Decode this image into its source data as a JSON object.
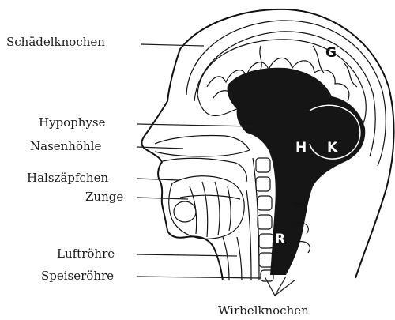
{
  "labels": {
    "schaedelknochen": "Schädelknochen",
    "hypophyse": "Hypophyse",
    "nasenhoehle": "Nasenhöhle",
    "halszaepfchen": "Halszäpfchen",
    "zunge": "Zunge",
    "luftroehre": "Luftröhre",
    "speiseroehre": "Speiseröhre",
    "wirbelknochen": "Wirbelknochen"
  },
  "regions": {
    "G": "G",
    "H": "H",
    "K": "K",
    "R": "R"
  }
}
